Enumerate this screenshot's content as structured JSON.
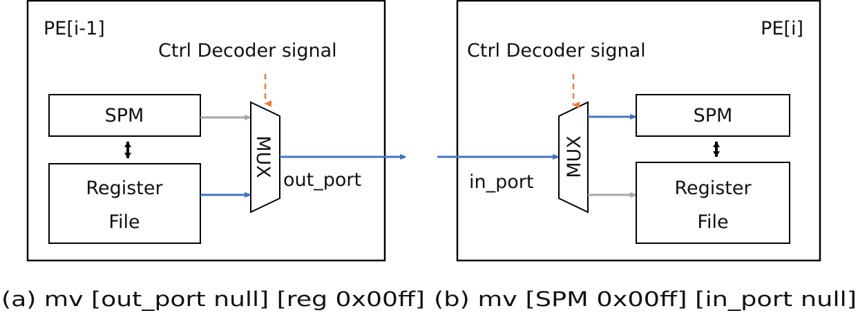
{
  "colors": {
    "active_path": "#4472c4",
    "inactive_path": "#a6a6a6",
    "control_signal": "#ed7d31",
    "outline": "#000000"
  },
  "panel_a": {
    "pe_label": "PE[i-1]",
    "ctrl_label": "Ctrl Decoder signal",
    "spm_label": "SPM",
    "regfile_line1": "Register",
    "regfile_line2": "File",
    "mux_label": "MUX",
    "port_label": "out_port",
    "caption": "(a) mv [out_port null] [reg 0x00ff]"
  },
  "panel_b": {
    "pe_label": "PE[i]",
    "ctrl_label": "Ctrl Decoder signal",
    "spm_label": "SPM",
    "regfile_line1": "Register",
    "regfile_line2": "File",
    "mux_label": "MUX",
    "port_label": "in_port",
    "caption": "(b) mv [SPM 0x00ff] [in_port null]"
  }
}
